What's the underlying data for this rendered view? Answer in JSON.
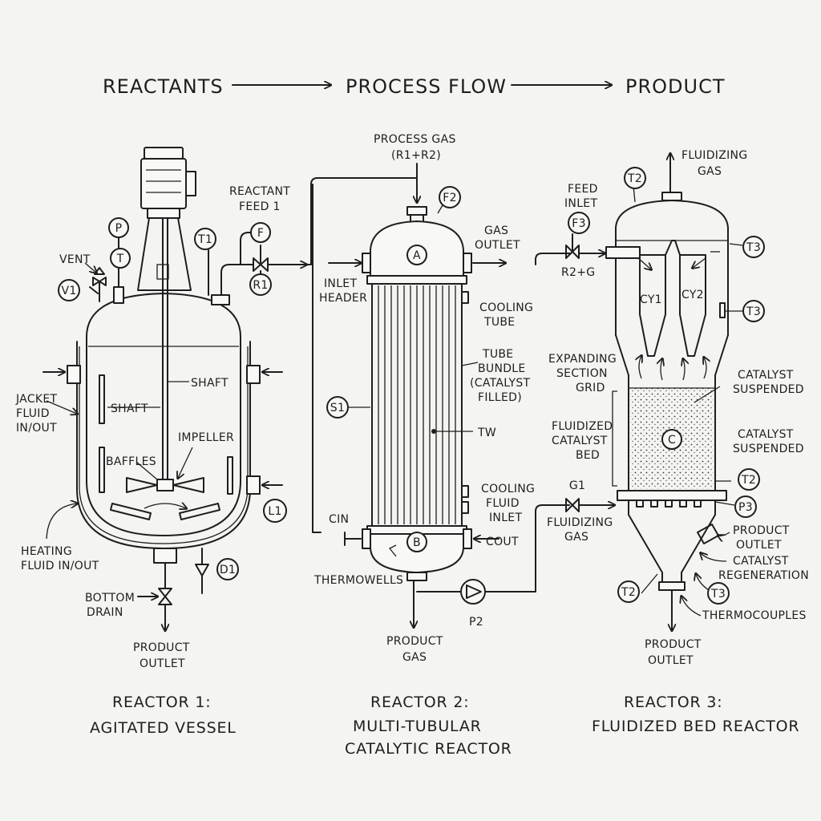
{
  "flow": {
    "reactants": "REACTANTS",
    "process_flow": "PROCESS FLOW",
    "product": "PRODUCT"
  },
  "reactor1": {
    "caption_line1": "REACTOR 1:",
    "caption_line2": "AGITATED VESSEL",
    "reactant_feed_1": "REACTANT",
    "reactant_feed_2": "FEED 1",
    "vent": "VENT",
    "jacket_1": "JACKET",
    "jacket_2": "FLUID",
    "jacket_3": "IN/OUT",
    "shaft_a": "SHAFT",
    "shaft_b": "SHAFT",
    "impeller": "IMPELLER",
    "baffles": "BAFFLES",
    "heating_1": "HEATING",
    "heating_2": "FLUID IN/OUT",
    "bottom_1": "BOTTOM",
    "bottom_2": "DRAIN",
    "product_1": "PRODUCT",
    "product_2": "OUTLET",
    "tag_p": "P",
    "tag_t": "T",
    "tag_t1": "T1",
    "tag_v1": "V1",
    "tag_f": "F",
    "tag_r1": "R1",
    "tag_l1": "L1",
    "tag_d1": "D1"
  },
  "reactor2": {
    "caption_line1": "REACTOR 2:",
    "caption_line2": "MULTI-TUBULAR",
    "caption_line3": "CATALYTIC REACTOR",
    "process_gas_1": "PROCESS GAS",
    "process_gas_2": "(R1+R2)",
    "gas_outlet_1": "GAS",
    "gas_outlet_2": "OUTLET",
    "inlet_1": "INLET",
    "inlet_2": "HEADER",
    "cooling_tube_1": "COOLING",
    "cooling_tube_2": "TUBE",
    "bundle_1": "TUBE",
    "bundle_2": "BUNDLE",
    "bundle_3": "(CATALYST",
    "bundle_4": "FILLED)",
    "tw": "TW",
    "cooling_inlet_1": "COOLING",
    "cooling_inlet_2": "FLUID",
    "cooling_inlet_3": "INLET",
    "c_in": "CIN",
    "c_out": "COUT",
    "thermowells": "THERMOWELLS",
    "product_1": "PRODUCT",
    "product_2": "GAS",
    "tag_f2": "F2",
    "tag_a": "A",
    "tag_b": "B",
    "tag_s1": "S1",
    "tag_p2": "P2"
  },
  "reactor3": {
    "caption_line1": "REACTOR 3:",
    "caption_line2": "FLUIDIZED BED REACTOR",
    "fluidizing_top_1": "FLUIDIZING",
    "fluidizing_top_2": "GAS",
    "feed_1": "FEED",
    "feed_2": "INLET",
    "r2g": "R2+G",
    "cy1": "CY1",
    "cy2": "CY2",
    "expanding_1": "EXPANDING",
    "expanding_2": "SECTION",
    "expanding_3": "GRID",
    "cat_susp_a1": "CATALYST",
    "cat_susp_a2": "SUSPENDED",
    "fluid_bed_1": "FLUIDIZED",
    "fluid_bed_2": "CATALYST",
    "fluid_bed_3": "BED",
    "cat_susp_b1": "CATALYST",
    "cat_susp_b2": "SUSPENDED",
    "fluidizing_gas_1": "FLUIDIZING",
    "fluidizing_gas_2": "GAS",
    "product_outlet_1": "PRODUCT",
    "product_outlet_2": "OUTLET",
    "regen_1": "CATALYST",
    "regen_2": "REGENERATION",
    "thermocouples": "THERMOCOUPLES",
    "product_1": "PRODUCT",
    "product_2": "OUTLET",
    "tag_t2_top": "T2",
    "tag_f3": "F3",
    "tag_t3_a": "T3",
    "tag_t3_b": "T3",
    "tag_c": "C",
    "tag_t2_mid": "T2",
    "tag_p3": "P3",
    "tag_g1": "G1",
    "tag_t2_bot": "T2",
    "tag_t3_bot": "T3"
  }
}
